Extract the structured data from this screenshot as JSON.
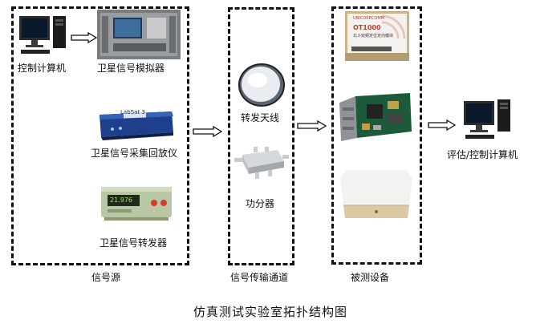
{
  "groups": {
    "source": "信号源",
    "channel": "信号传输通道",
    "dut": "被测设备"
  },
  "devices": {
    "control_pc": "控制计算机",
    "simulator": "卫星信号模拟器",
    "recorder": "卫星信号采集回放仪",
    "transponder": "卫星信号转发器",
    "antenna": "转发天线",
    "splitter": "功分器",
    "eval_pc": "评估/控制计算机"
  },
  "recorder_brand": "LabSat 3",
  "gnss_module_text": {
    "logo": "UNICORECOMM",
    "model": "OT1000",
    "line": "北斗双频定位定向模块"
  },
  "transponder_screen": "21.976",
  "caption": "仿真测试实验室拓扑结构图",
  "colors": {
    "line": "#111111",
    "dashed": "#111111"
  }
}
